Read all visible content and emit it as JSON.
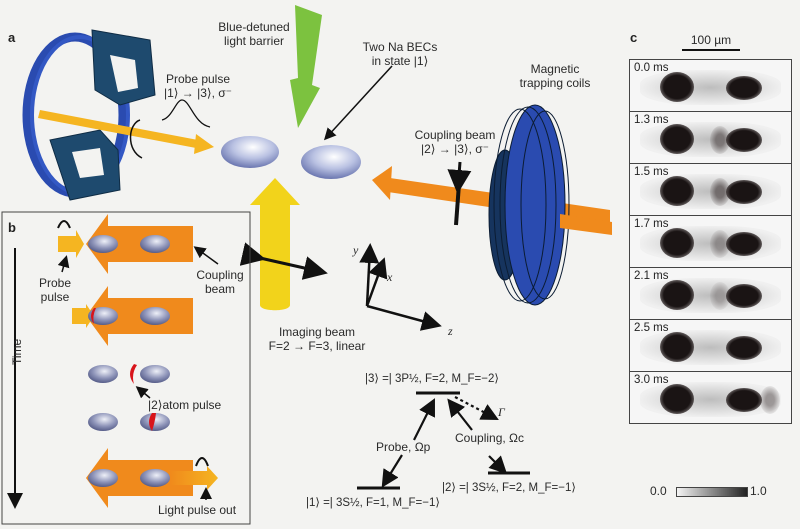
{
  "panels": {
    "a": {
      "letter": "a",
      "labels": {
        "light_barrier_1": "Blue-detuned",
        "light_barrier_2": "light barrier",
        "becs_1": "Two Na BECs",
        "becs_2": "in state |1⟩",
        "probe_1": "Probe pulse",
        "probe_2": "|1⟩ → |3⟩, σ⁻",
        "coils_1": "Magnetic",
        "coils_2": "trapping coils",
        "coupling_1": "Coupling beam",
        "coupling_2": "|2⟩ → |3⟩, σ⁻",
        "imaging_1": "Imaging beam",
        "imaging_2": "F=2 → F=3, linear",
        "axis_x": "x",
        "axis_y": "y",
        "axis_z": "z"
      },
      "level_diagram": {
        "state3": "|3⟩ =| 3P½, F=2, M_F=−2⟩",
        "state2": "|2⟩ =| 3S½, F=2, M_F=−1⟩",
        "state1": "|1⟩ =| 3S½, F=1, M_F=−1⟩",
        "probe": "Probe, Ωp",
        "coupling": "Coupling, Ωc",
        "decay": "Γ"
      }
    },
    "b": {
      "letter": "b",
      "labels": {
        "probe_pulse_1": "Probe",
        "probe_pulse_2": "pulse",
        "coupling_1": "Coupling",
        "coupling_2": "beam",
        "atom_pulse": "|2⟩atom pulse",
        "light_out": "Light pulse out",
        "time": "Time"
      }
    },
    "c": {
      "letter": "c",
      "scale_bar": "100 µm",
      "frames": [
        {
          "time": "0.0 ms",
          "echo": 0
        },
        {
          "time": "1.3 ms",
          "echo": 0.6
        },
        {
          "time": "1.5 ms",
          "echo": 0.7
        },
        {
          "time": "1.7 ms",
          "echo": 0.3
        },
        {
          "time": "2.1 ms",
          "echo": 0.1
        },
        {
          "time": "2.5 ms",
          "echo": 0
        },
        {
          "time": "3.0 ms",
          "echo": 0.4
        }
      ],
      "colorbar": {
        "min": "0.0",
        "max": "1.0"
      }
    }
  },
  "colors": {
    "probe_beam": "#f5b521",
    "coupling_beam": "#f08a1c",
    "barrier_beam": "#7cc23f",
    "imaging_beam": "#f2d31b",
    "coil_blue": "#2a4bb0",
    "coil_dark": "#1e4a6e",
    "bec": "#a8b2d8",
    "atom_pulse": "#d8141b"
  }
}
